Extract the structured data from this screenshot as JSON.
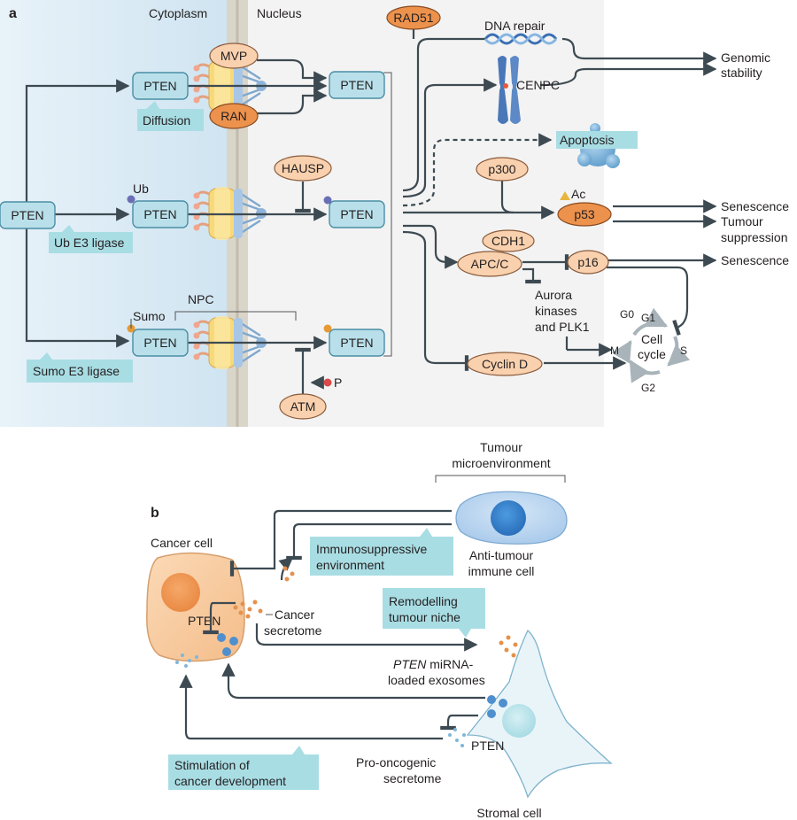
{
  "panel_a": {
    "label": "a",
    "compartments": {
      "cytoplasm": "Cytoplasm",
      "nucleus": "Nucleus"
    },
    "pten": "PTEN",
    "transport": {
      "mvp": "MVP",
      "ran": "RAN",
      "diffusion": "Diffusion"
    },
    "ub": {
      "tag": "Ub",
      "ligase": "Ub E3 ligase",
      "hausp": "HAUSP"
    },
    "sumo": {
      "tag": "Sumo",
      "ligase": "Sumo E3 ligase",
      "npc": "NPC",
      "atm": "ATM",
      "p": "P"
    },
    "nuclear_functions": {
      "rad51": "RAD51",
      "dna_repair": "DNA repair",
      "cenpc": "CENPC",
      "genomic_stability_1": "Genomic",
      "genomic_stability_2": "stability",
      "apoptosis": "Apoptosis",
      "p300": "p300",
      "ac": "Ac",
      "p53": "p53",
      "senescence_1": "Senescence",
      "tumour_suppression_1": "Tumour",
      "tumour_suppression_2": "suppression",
      "cdh1": "CDH1",
      "apc_c": "APC/C",
      "p16": "p16",
      "senescence_2": "Senescence",
      "aurora_1": "Aurora",
      "aurora_2": "kinases",
      "aurora_3": "and PLK1",
      "cyclin_d": "Cyclin D"
    },
    "cell_cycle": {
      "title_1": "Cell",
      "title_2": "cycle",
      "g0": "G0",
      "g1": "G1",
      "s": "S",
      "g2": "G2",
      "m": "M"
    }
  },
  "panel_b": {
    "label": "b",
    "microenvironment_1": "Tumour",
    "microenvironment_2": "microenvironment",
    "cancer_cell": "Cancer cell",
    "pten": "PTEN",
    "immunosuppressive_1": "Immunosuppressive",
    "immunosuppressive_2": "environment",
    "anti_tumour_1": "Anti-tumour",
    "anti_tumour_2": "immune cell",
    "cancer_secretome_1": "Cancer",
    "cancer_secretome_2": "secretome",
    "remodelling_1": "Remodelling",
    "remodelling_2": "tumour niche",
    "mirna_italic": "PTEN",
    "mirna_rest": " miRNA-",
    "mirna_2": "loaded exosomes",
    "stromal_pten": "PTEN",
    "pro_oncogenic_1": "Pro-oncogenic",
    "pro_oncogenic_2": "secretome",
    "stromal_cell": "Stromal cell",
    "stimulation_1": "Stimulation of",
    "stimulation_2": "cancer development"
  },
  "colors": {
    "pten_fill": "#b9e0ea",
    "oval_light": "#f9d1ae",
    "oval_dark": "#ec924d",
    "callout": "#a9dde4",
    "cytoplasm_bg": "#d9ecf5",
    "arrow": "#3d4a52"
  }
}
